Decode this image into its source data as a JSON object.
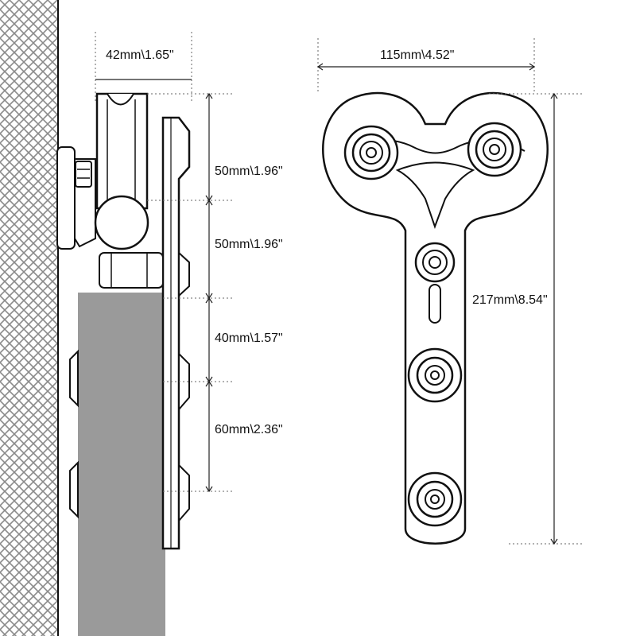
{
  "diagram": {
    "dimensions": {
      "side_width": "42mm\\1.65\"",
      "front_width": "115mm\\4.52\"",
      "front_height": "217mm\\8.54\"",
      "seg_1": "50mm\\1.96\"",
      "seg_2": "50mm\\1.96\"",
      "seg_3": "40mm\\1.57\"",
      "seg_4": "60mm\\2.36\""
    },
    "colors": {
      "line": "#111111",
      "door_panel": "#9a9a9a",
      "wall_mesh": "#888888",
      "background": "#ffffff"
    }
  }
}
